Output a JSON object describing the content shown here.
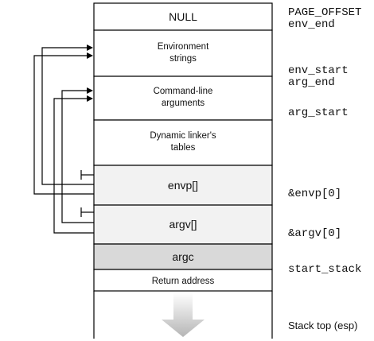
{
  "cells": {
    "null": "NULL",
    "env_strings_1": "Environment",
    "env_strings_2": "strings",
    "cmd_args_1": "Command-line",
    "cmd_args_2": "arguments",
    "dyn_linker_1": "Dynamic linker's",
    "dyn_linker_2": "tables",
    "envp": "envp[]",
    "argv": "argv[]",
    "argc": "argc",
    "return_address": "Return address"
  },
  "addresses": {
    "page_offset": "PAGE_OFFSET",
    "env_end": "env_end",
    "env_start": "env_start",
    "arg_end": "arg_end",
    "arg_start": "arg_start",
    "envp0": "&envp[0]",
    "argv0": "&argv[0]",
    "start_stack": "start_stack",
    "stack_top": "Stack top (esp)"
  },
  "colors": {
    "shaded_light": "#f2f2f2",
    "shaded_dark": "#d9d9d9",
    "line": "#000000",
    "arrow_gray": "#b0b0b0"
  }
}
